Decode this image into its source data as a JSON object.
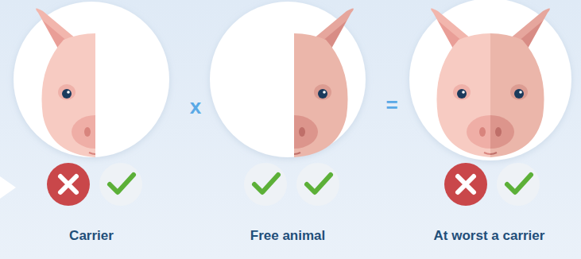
{
  "diagram": {
    "nodes": [
      {
        "text": [
          "Carrier"
        ]
      },
      {
        "text": [
          "Free animal"
        ]
      },
      {
        "text": [
          "At worst a carrier"
        ]
      }
    ],
    "labels": [
      "x",
      "="
    ]
  }
}
